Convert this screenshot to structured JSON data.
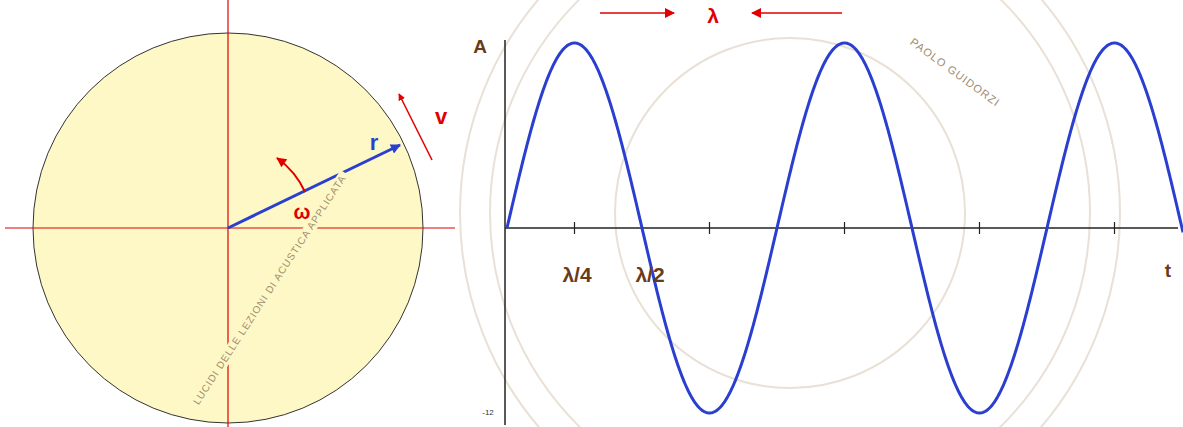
{
  "diagram": {
    "labels": [
      "r",
      "ω",
      "v",
      "A",
      "λ",
      "λ/4",
      "λ/2",
      "t",
      "-12",
      "LUCIDI DELLE LEZIONI DI ACUSTICA APPLICATA",
      "PAOLO GUIDORZI"
    ]
  }
}
